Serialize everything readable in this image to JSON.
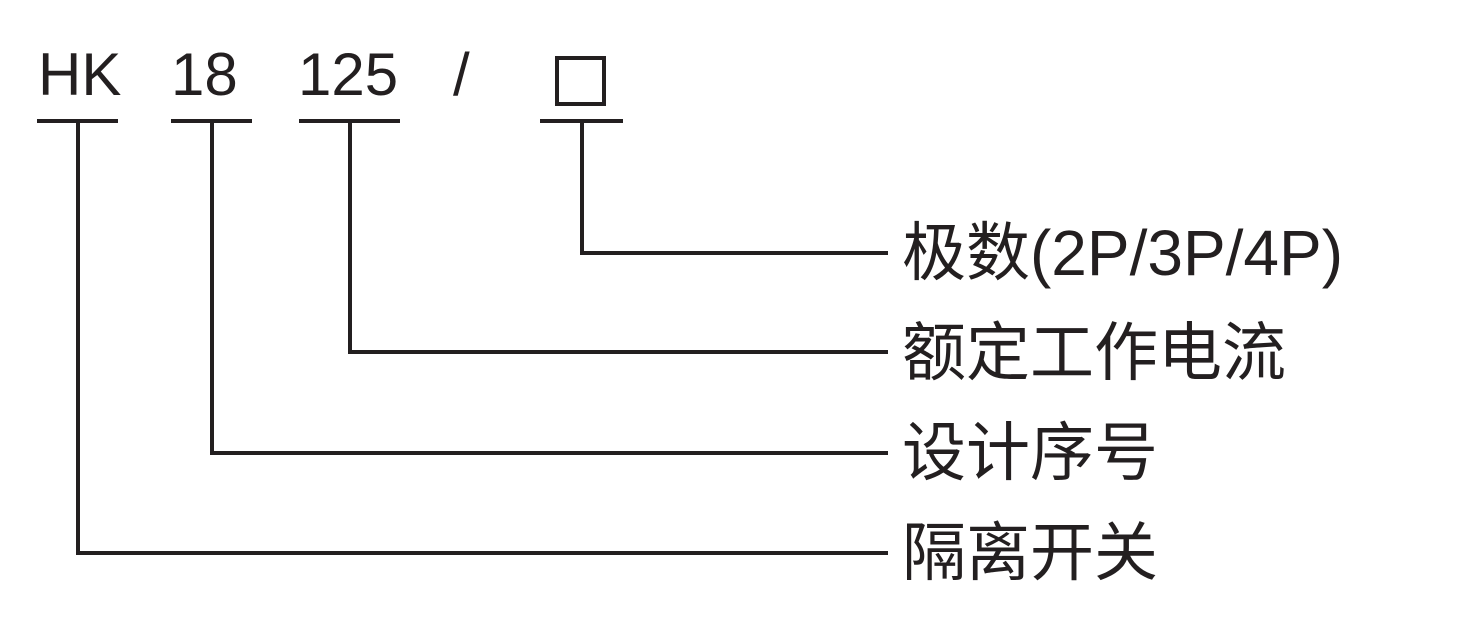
{
  "diagram": {
    "title_semantics": "model-designation-diagram",
    "code": {
      "prefix": "HK",
      "design_no": "18",
      "rated_current": "125",
      "separator": "/",
      "pole_placeholder": "square-box-placeholder"
    },
    "labels": {
      "pole_count": "极数(2P/3P/4P)",
      "rated_current": "额定工作电流",
      "design_no": "设计序号",
      "switch_type": "隔离开关"
    },
    "colors": {
      "ink": "#231f20",
      "background": "#ffffff"
    }
  }
}
